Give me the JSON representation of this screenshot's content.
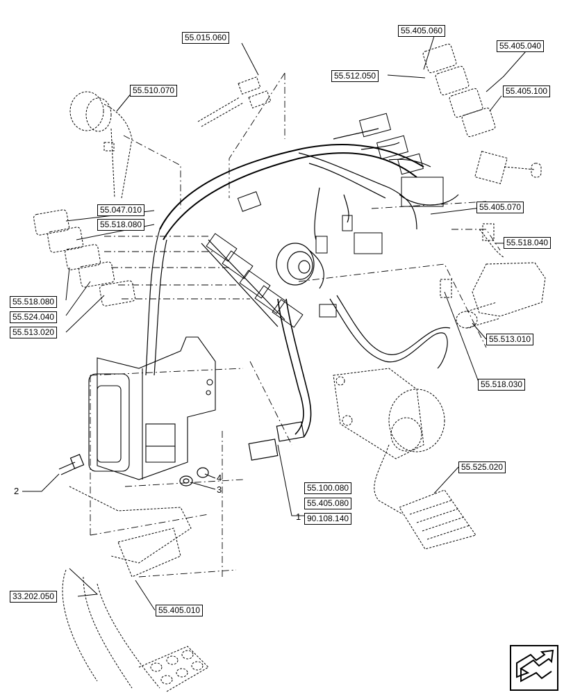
{
  "references": {
    "r_55_015_060": "55.015.060",
    "r_55_405_060": "55.405.060",
    "r_55_405_040": "55.405.040",
    "r_55_512_050": "55.512.050",
    "r_55_405_100": "55.405.100",
    "r_55_510_070": "55.510.070",
    "r_55_047_010": "55.047.010",
    "r_55_518_080_a": "55.518.080",
    "r_55_405_070": "55.405.070",
    "r_55_518_040": "55.518.040",
    "r_55_518_080_b": "55.518.080",
    "r_55_524_040": "55.524.040",
    "r_55_513_020": "55.513.020",
    "r_55_513_010": "55.513.010",
    "r_55_518_030": "55.518.030",
    "r_55_525_020": "55.525.020",
    "r_55_100_080": "55.100.080",
    "r_55_405_080": "55.405.080",
    "r_90_108_140": "90.108.140",
    "r_33_202_050": "33.202.050",
    "r_55_405_010": "55.405.010"
  },
  "callouts": {
    "c1": "1",
    "c2": "2",
    "c3": "3",
    "c4": "4"
  },
  "icons": {
    "navigation": "next-page-arrow-icon"
  }
}
